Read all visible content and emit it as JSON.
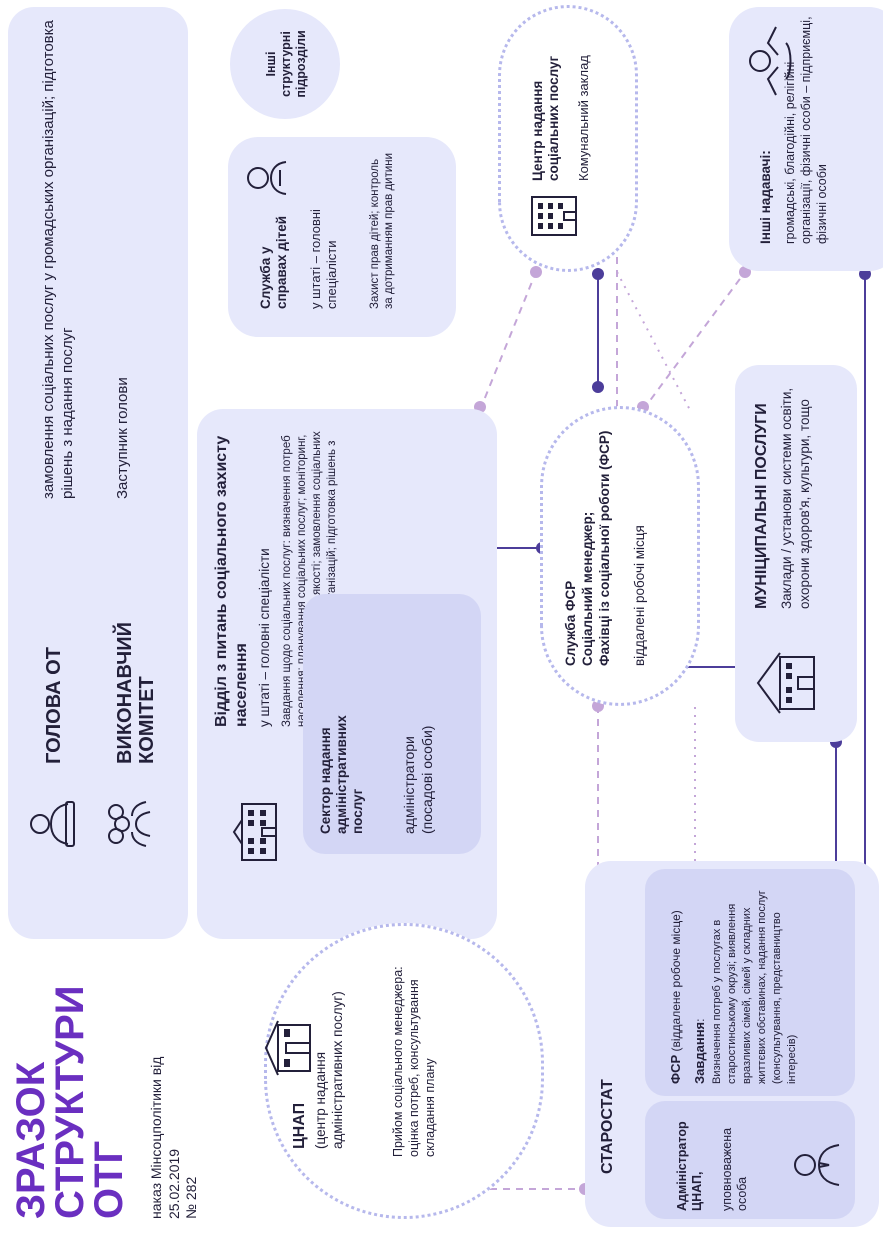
{
  "title": {
    "line1": "ЗРАЗОК",
    "line2": "СТРУКТУРИ",
    "line3": "ОТГ"
  },
  "order": {
    "line1": "наказ Мінсоцполітики від 25.02.2019",
    "line2": "№ 282"
  },
  "head": {
    "title": "ГОЛОВА ОТ",
    "text": "замовлення соціальних послуг у громадських організацій; підготовка рішень з надання послуг"
  },
  "executive": {
    "title": "ВИКОНАВЧИЙ КОМІТЕТ",
    "text": "Заступник голови"
  },
  "other_units": {
    "text": "Інші структурні підрозділи"
  },
  "child_service": {
    "title": "Служба у справах дітей",
    "staff": "у штаті – головні спеціалісти",
    "tasks": "Захист прав дітей; контроль за дотриманням прав дитини"
  },
  "social_center": {
    "title": "Центр надання соціальних послуг",
    "type": "Комунальний заклад"
  },
  "other_providers": {
    "title": "Інші надавачі:",
    "text": "громадські, благодійні, релігійні організації, фізичні особи – підприємці, фізичні особи"
  },
  "social_dept": {
    "title": "Відділ з питань соціального захисту населення",
    "staff": "у штаті – головні спеціалісти",
    "tasks": "Завдання щодо соціальних послуг: визначення потреб населення; планування соціальних послуг; моніторинг, контроль, оцінювання їх якості; замовлення соціальних послуг у громадських організацій; підготовка рішень з надання послуг"
  },
  "admin_sector": {
    "title": "Сектор надання адміністративних послуг",
    "text": "адміністратори (посадові особи)"
  },
  "fsr_service": {
    "title": "Служба ФСР",
    "line2": "Соціальний менеджер;",
    "line3": "Фахівці із соціальної роботи (ФСР)",
    "text": "віддалені робочі місця"
  },
  "municipal": {
    "title": "МУНІЦИПАЛЬНІ ПОСЛУГИ",
    "text": "Заклади / установи системи освіти, охорони здоров'я, культури, тощо"
  },
  "cnap": {
    "title": "ЦНАП",
    "subtitle": "(центр надання адміністративних послуг)",
    "text": "Прийом соціального менеджера: оцінка потреб, консультування складання плану"
  },
  "starostat": {
    "title": "СТАРОСТАТ",
    "admin_title": "Адміністратор ЦНАП,",
    "admin_text": "уповноважена особа",
    "fsr_title": "ФСР",
    "fsr_note": "(віддалене робоче місце)",
    "tasks_label": "Завдання",
    "tasks_text": "Визначення потреб у послугах в старостинському окрузі; виявлення вразливих сімей, сімей у складних життєвих обставинах, надання послуг (консультування, представництво інтересів)"
  },
  "colors": {
    "primary": "#4c3d9a",
    "dashed": "#c4a6d8",
    "light": "#e6e8fb",
    "mid": "#d3d6f5",
    "dotted_border": "#b6b8ec",
    "title": "#6a2fc0"
  }
}
